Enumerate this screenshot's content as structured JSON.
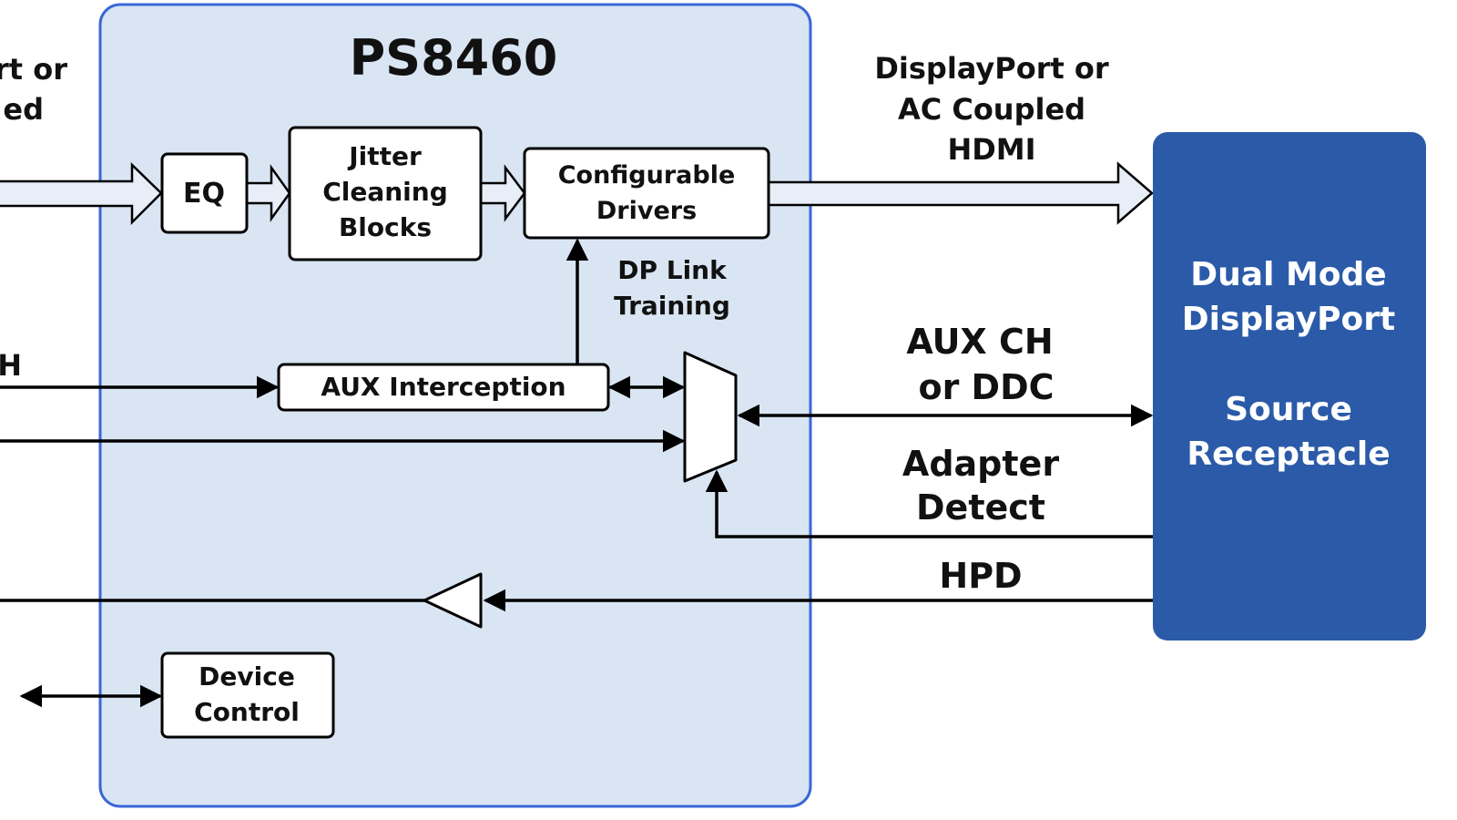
{
  "colors": {
    "chip_fill": "#d9e5f2",
    "chip_border": "#3a66d6",
    "receptacle_fill": "#2b5ba8",
    "block_fill": "#ffffff",
    "line": "#000000"
  },
  "left_labels": {
    "top_line1": "rt or",
    "top_line2": "ed",
    "aux": "H"
  },
  "chip": {
    "title": "PS8460"
  },
  "blocks": {
    "eq": "EQ",
    "jitter_line1": "Jitter",
    "jitter_line2": "Cleaning",
    "jitter_line3": "Blocks",
    "drivers_line1": "Configurable",
    "drivers_line2": "Drivers",
    "aux_interception": "AUX Interception",
    "device_control_line1": "Device",
    "device_control_line2": "Control"
  },
  "annotations": {
    "dp_link_line1": "DP Link",
    "dp_link_line2": "Training",
    "output_line1": "DisplayPort or",
    "output_line2": "AC Coupled",
    "output_line3": "HDMI",
    "aux_ch_line1": "AUX CH",
    "aux_ch_line2": "or DDC",
    "adapter_line1": "Adapter",
    "adapter_line2": "Detect",
    "hpd": "HPD"
  },
  "receptacle": {
    "line1": "Dual Mode",
    "line2": "DisplayPort",
    "line3": "Source",
    "line4": "Receptacle"
  }
}
